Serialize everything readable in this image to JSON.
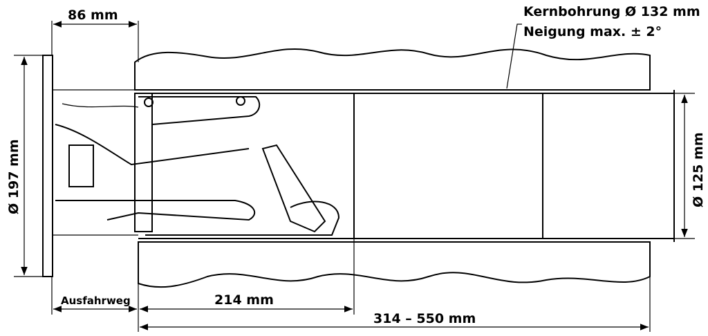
{
  "labels": {
    "flange_depth": "86 mm",
    "core_bore": "Kernbohrung Ø 132 mm",
    "tilt": "Neigung max. ± 2°",
    "outer_diameter": "Ø 197 mm",
    "tube_diameter": "Ø 125 mm",
    "travel": "Ausfahrweg",
    "unit_length": "214 mm",
    "wall_range": "314 – 550 mm"
  },
  "colors": {
    "line": "#000000",
    "background": "#ffffff"
  }
}
